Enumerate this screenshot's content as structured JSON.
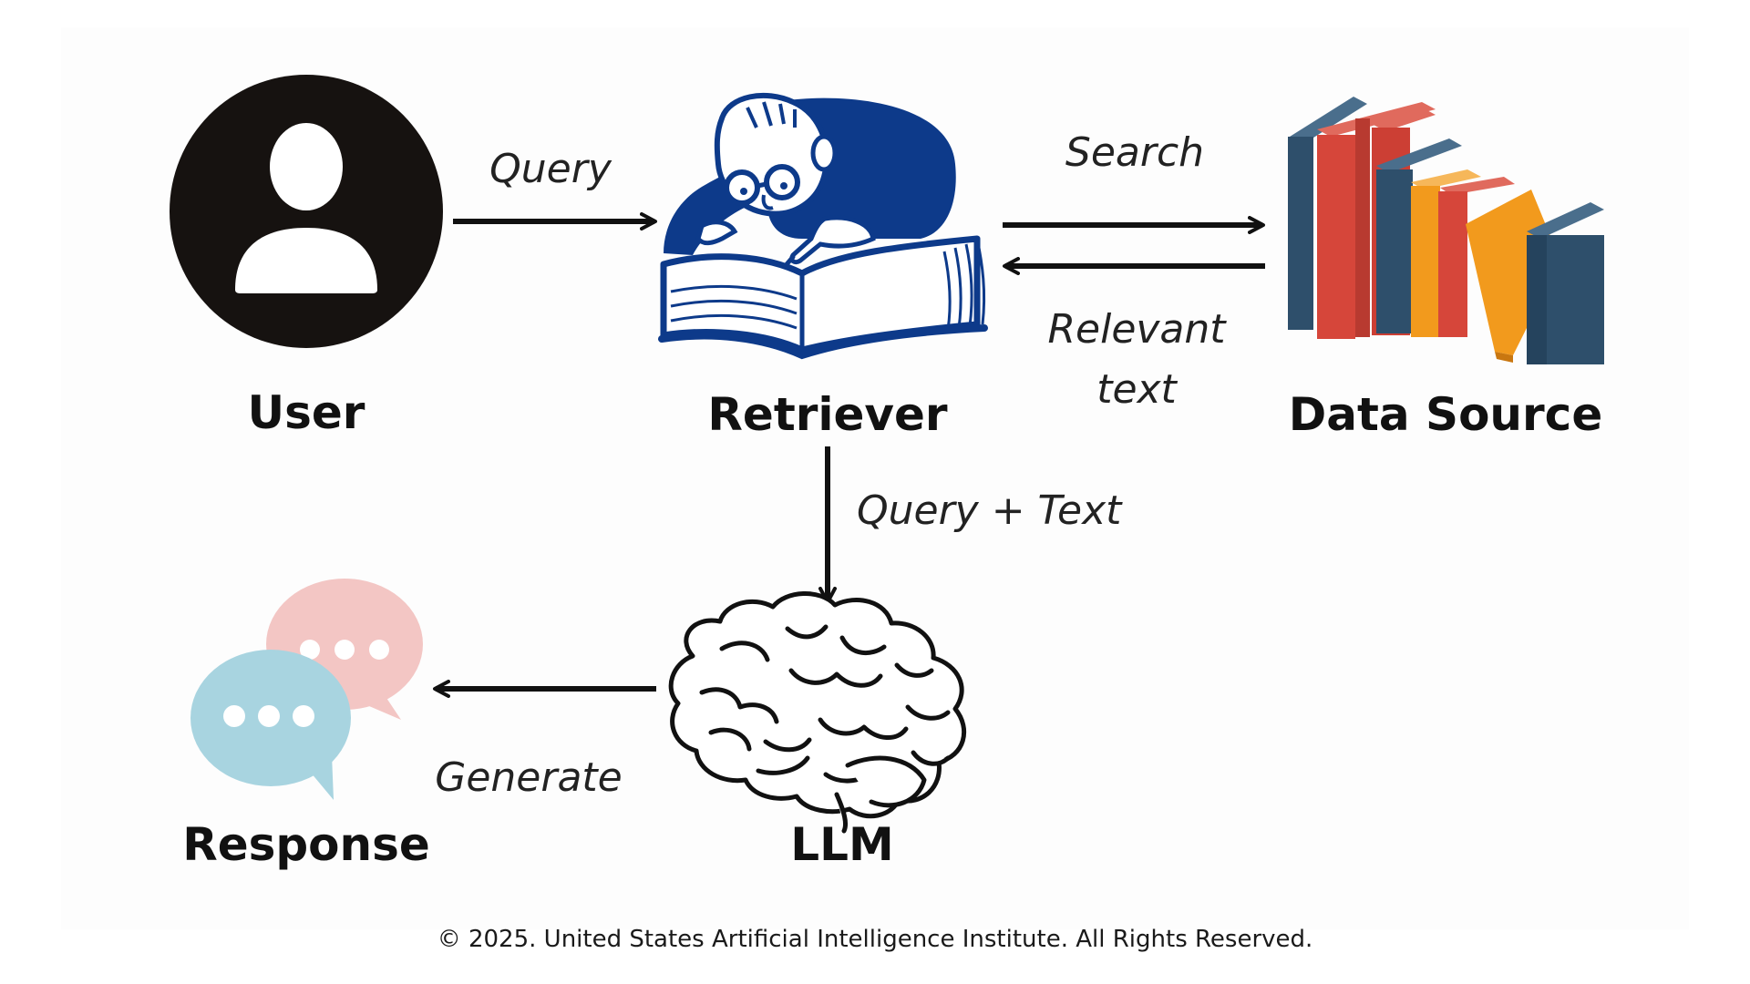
{
  "nodes": {
    "user": "User",
    "retriever": "Retriever",
    "data_source": "Data Source",
    "llm": "LLM",
    "response": "Response"
  },
  "edges": {
    "query": "Query",
    "search": "Search",
    "relevant_text_line1": "Relevant",
    "relevant_text_line2": "text",
    "query_text": "Query + Text",
    "generate": "Generate"
  },
  "footer": "© 2025. United States Artificial Intelligence Institute. All Rights Reserved.",
  "colors": {
    "retriever_blue": "#0d3a8a",
    "book_navy": "#2e4f6b",
    "book_red": "#d6463a",
    "book_orange": "#f29a1d",
    "bubble_pink": "#f3c6c4",
    "bubble_blue": "#a8d4e0"
  }
}
